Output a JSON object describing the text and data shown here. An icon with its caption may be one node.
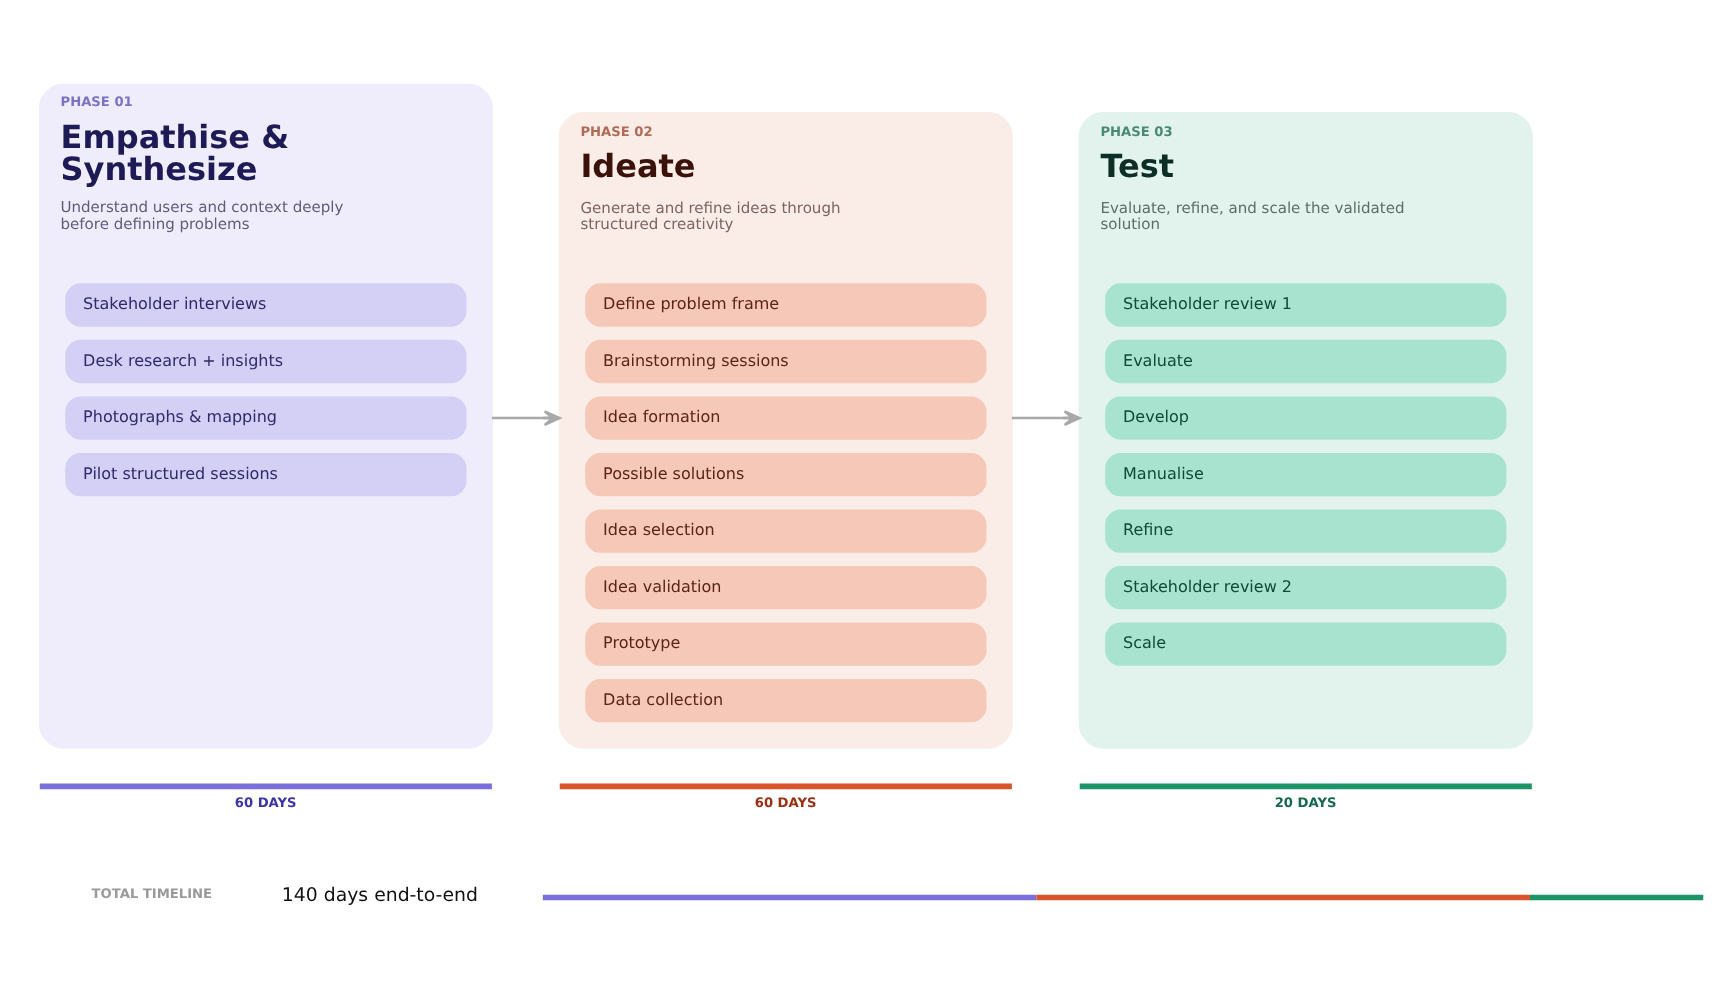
{
  "diagram": {
    "nodes": [
      {
        "text": [
          "PHASE 01",
          "Empathise & Synthesize",
          "Understand users and context deeply before defining problems"
        ],
        "beside": [
          "60 DAYS"
        ]
      },
      {
        "text": [
          "Stakeholder interviews"
        ],
        "in": 0
      },
      {
        "text": [
          "Desk research + insights"
        ],
        "in": 0
      },
      {
        "text": [
          "Photographs & mapping"
        ],
        "in": 0
      },
      {
        "text": [
          "Pilot structured sessions"
        ],
        "in": 0
      },
      {
        "text": [
          "PHASE 02",
          "Ideate",
          "Generate and refine ideas through structured creativity"
        ],
        "beside": [
          "60 DAYS"
        ]
      },
      {
        "text": [
          "Define problem frame"
        ],
        "in": 5
      },
      {
        "text": [
          "Brainstorming sessions"
        ],
        "in": 5
      },
      {
        "text": [
          "Idea formation"
        ],
        "in": 5
      },
      {
        "text": [
          "Possible solutions"
        ],
        "in": 5
      },
      {
        "text": [
          "Idea selection"
        ],
        "in": 5
      },
      {
        "text": [
          "Idea validation"
        ],
        "in": 5
      },
      {
        "text": [
          "Prototype"
        ],
        "in": 5
      },
      {
        "text": [
          "Data collection"
        ],
        "in": 5
      },
      {
        "text": [
          "PHASE 03",
          "Test",
          "Evaluate, refine, and scale the validated solution"
        ],
        "beside": [
          "20 DAYS"
        ]
      },
      {
        "text": [
          "Stakeholder review 1"
        ],
        "in": 14
      },
      {
        "text": [
          "Evaluate"
        ],
        "in": 14
      },
      {
        "text": [
          "Develop"
        ],
        "in": 14
      },
      {
        "text": [
          "Manualise"
        ],
        "in": 14
      },
      {
        "text": [
          "Refine"
        ],
        "in": 14
      },
      {
        "text": [
          "Stakeholder review 2"
        ],
        "in": 14
      },
      {
        "text": [
          "Scale"
        ],
        "in": 14
      }
    ],
    "edges": [
      {
        "from": 0,
        "to": 5,
        "arrow": "to"
      },
      {
        "from": 5,
        "to": 14,
        "arrow": "to"
      }
    ],
    "labels": [
      "TOTAL TIMELINE",
      "140 days end-to-end"
    ]
  }
}
